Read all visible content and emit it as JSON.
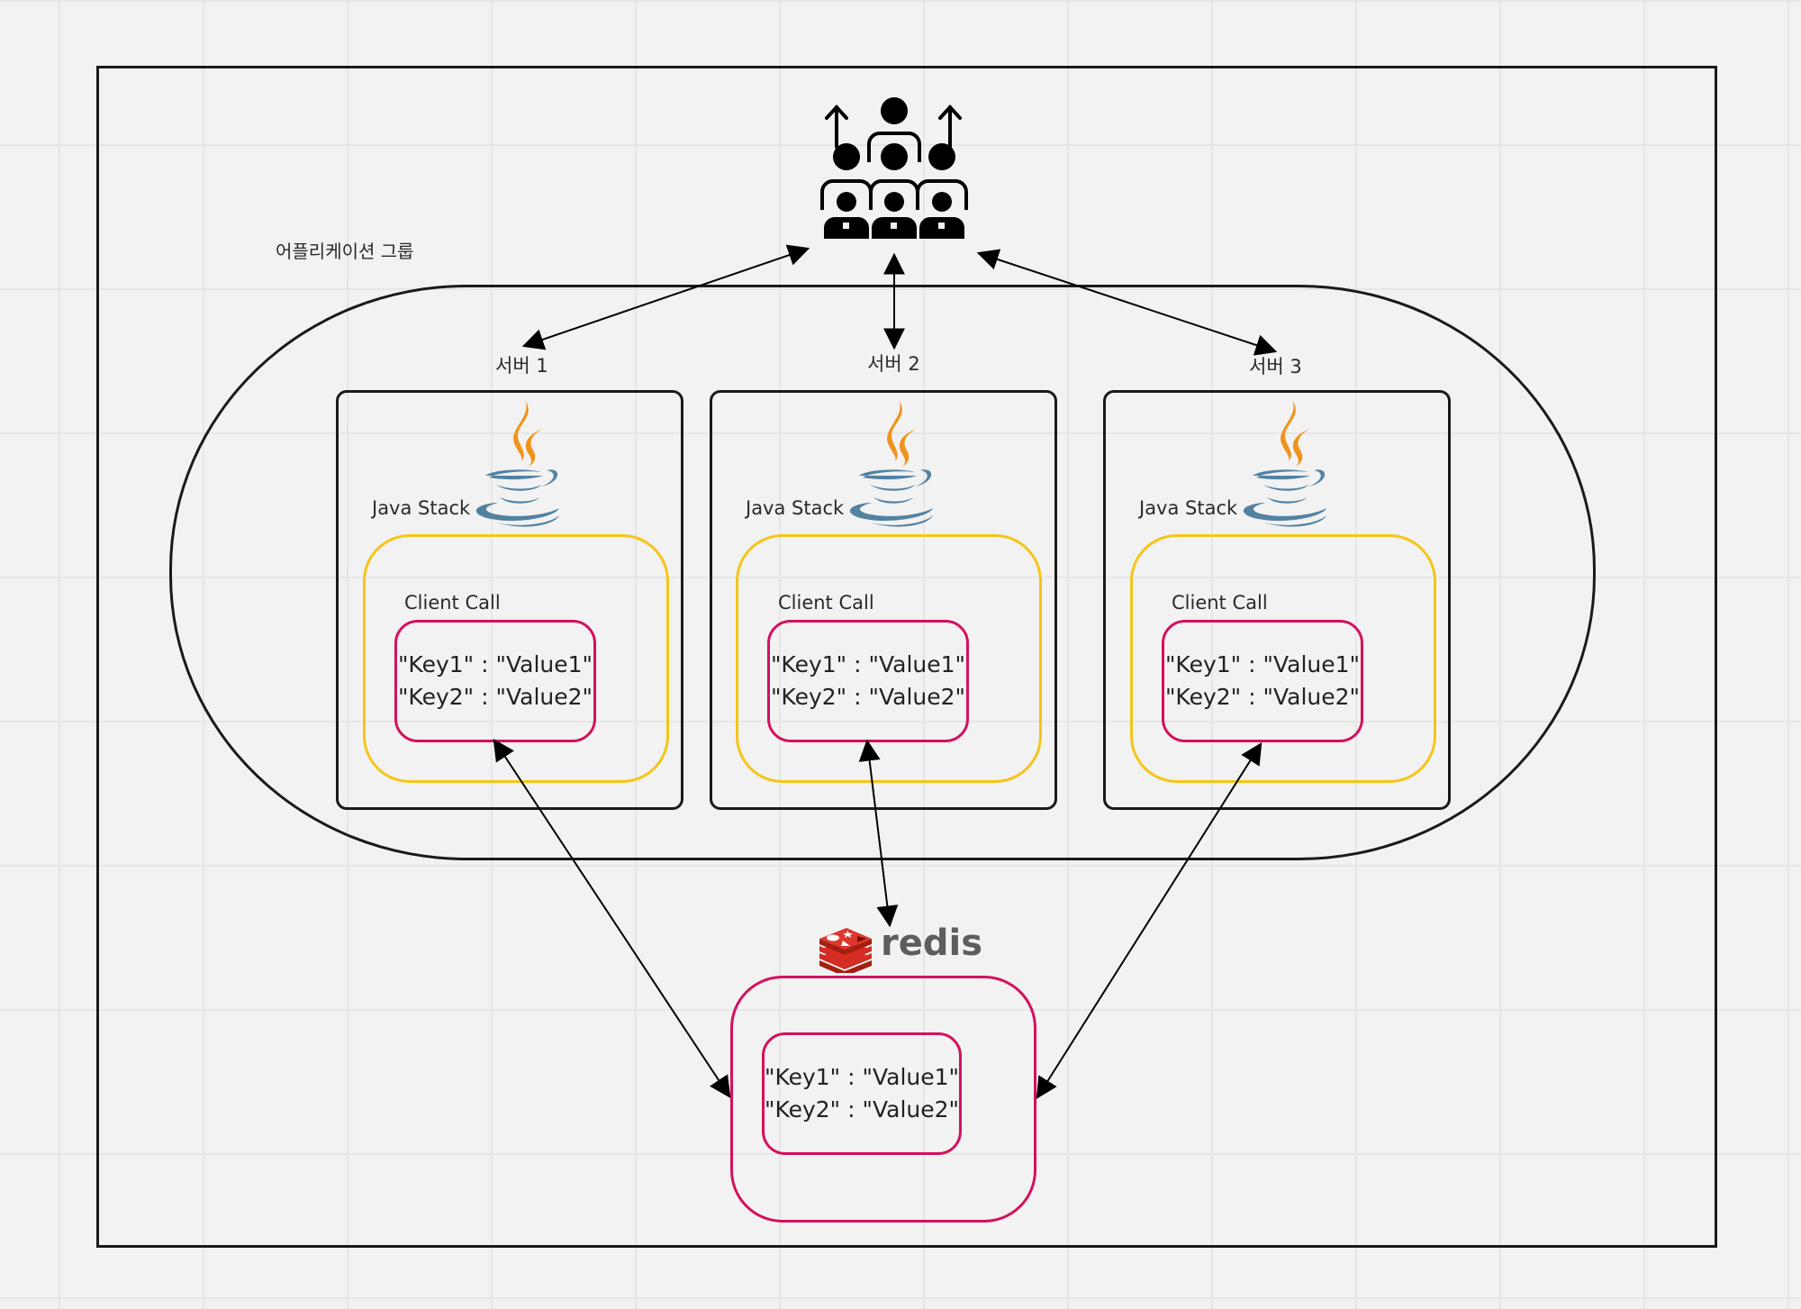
{
  "diagram": {
    "group_label": "어플리케이션 그룹",
    "users_icon": "users-group-icon",
    "servers": [
      {
        "label": "서버 1",
        "stack_label": "Java Stack",
        "stack_icon": "java-logo-icon",
        "call_label": "Client Call",
        "entries": [
          "\"Key1\" : \"Value1\"",
          "\"Key2\" : \"Value2\""
        ]
      },
      {
        "label": "서버 2",
        "stack_label": "Java Stack",
        "stack_icon": "java-logo-icon",
        "call_label": "Client Call",
        "entries": [
          "\"Key1\" : \"Value1\"",
          "\"Key2\" : \"Value2\""
        ]
      },
      {
        "label": "서버 3",
        "stack_label": "Java Stack",
        "stack_icon": "java-logo-icon",
        "call_label": "Client Call",
        "entries": [
          "\"Key1\" : \"Value1\"",
          "\"Key2\" : \"Value2\""
        ]
      }
    ],
    "redis": {
      "logo_text": "redis",
      "logo_icon": "redis-logo-icon",
      "entries": [
        "\"Key1\" : \"Value1\"",
        "\"Key2\" : \"Value2\""
      ]
    },
    "connections": [
      {
        "from": "users",
        "to": "서버 1",
        "type": "bidirectional"
      },
      {
        "from": "users",
        "to": "서버 2",
        "type": "bidirectional"
      },
      {
        "from": "users",
        "to": "서버 3",
        "type": "bidirectional"
      },
      {
        "from": "서버 1",
        "to": "redis",
        "type": "bidirectional"
      },
      {
        "from": "서버 2",
        "to": "redis",
        "type": "bidirectional"
      },
      {
        "from": "서버 3",
        "to": "redis",
        "type": "bidirectional"
      }
    ],
    "colors": {
      "frame": "#1a1a1a",
      "stack_box": "#f5c518",
      "cache_box": "#d4105e",
      "java_orange": "#f0931d",
      "java_blue": "#5382a1",
      "redis_red": "#d82c20",
      "redis_text": "#5d5d5d"
    }
  }
}
